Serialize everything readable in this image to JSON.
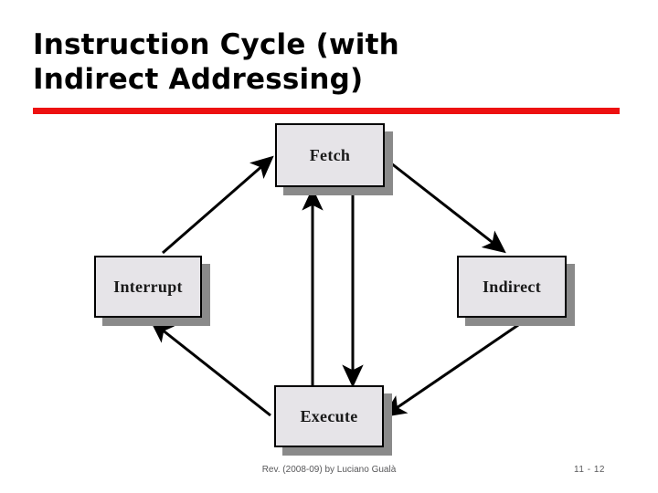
{
  "slide": {
    "title": "Instruction Cycle (with\nIndirect Addressing)",
    "accent_color": "#ED1111",
    "background_color": "#FFFFFF"
  },
  "diagram": {
    "type": "state-cycle",
    "node_fill_color": "#E6E4E8",
    "node_border_color": "#000000",
    "node_shadow_color": "#8A8A8A",
    "nodes": [
      {
        "id": "fetch",
        "label": "Fetch",
        "position": "top"
      },
      {
        "id": "interrupt",
        "label": "Interrupt",
        "position": "left"
      },
      {
        "id": "indirect",
        "label": "Indirect",
        "position": "right"
      },
      {
        "id": "execute",
        "label": "Execute",
        "position": "bottom"
      }
    ],
    "edges": [
      {
        "from": "interrupt",
        "to": "fetch",
        "style": "arrow",
        "label": ""
      },
      {
        "from": "fetch",
        "to": "indirect",
        "style": "arrow",
        "label": ""
      },
      {
        "from": "indirect",
        "to": "execute",
        "style": "arrow",
        "label": ""
      },
      {
        "from": "execute",
        "to": "interrupt",
        "style": "arrow",
        "label": ""
      },
      {
        "from": "execute",
        "to": "fetch",
        "style": "arrow",
        "label": ""
      },
      {
        "from": "fetch",
        "to": "execute",
        "style": "arrow",
        "label": ""
      }
    ]
  },
  "footer": {
    "revision_note": "Rev. (2008-09) by Luciano Gualà",
    "page_number": "11 -  12"
  }
}
